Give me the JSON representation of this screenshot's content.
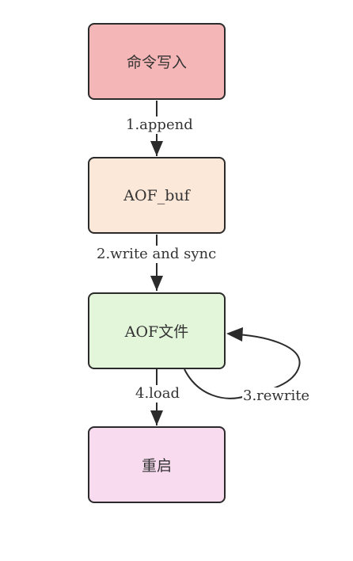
{
  "nodes": {
    "write_cmd": {
      "label": "命令写入",
      "fill": "#f4b6b6"
    },
    "aof_buf": {
      "label": "AOF_buf",
      "fill": "#fce8d9"
    },
    "aof_file": {
      "label": "AOF文件",
      "fill": "#e3f6da"
    },
    "restart": {
      "label": "重启",
      "fill": "#f9dbf0"
    }
  },
  "edges": {
    "append": {
      "label": "1.append"
    },
    "write_sync": {
      "label": "2.write and sync"
    },
    "rewrite": {
      "label": "3.rewrite"
    },
    "load": {
      "label": "4.load"
    }
  },
  "colors": {
    "stroke": "#2b2b2b",
    "text": "#333333"
  }
}
